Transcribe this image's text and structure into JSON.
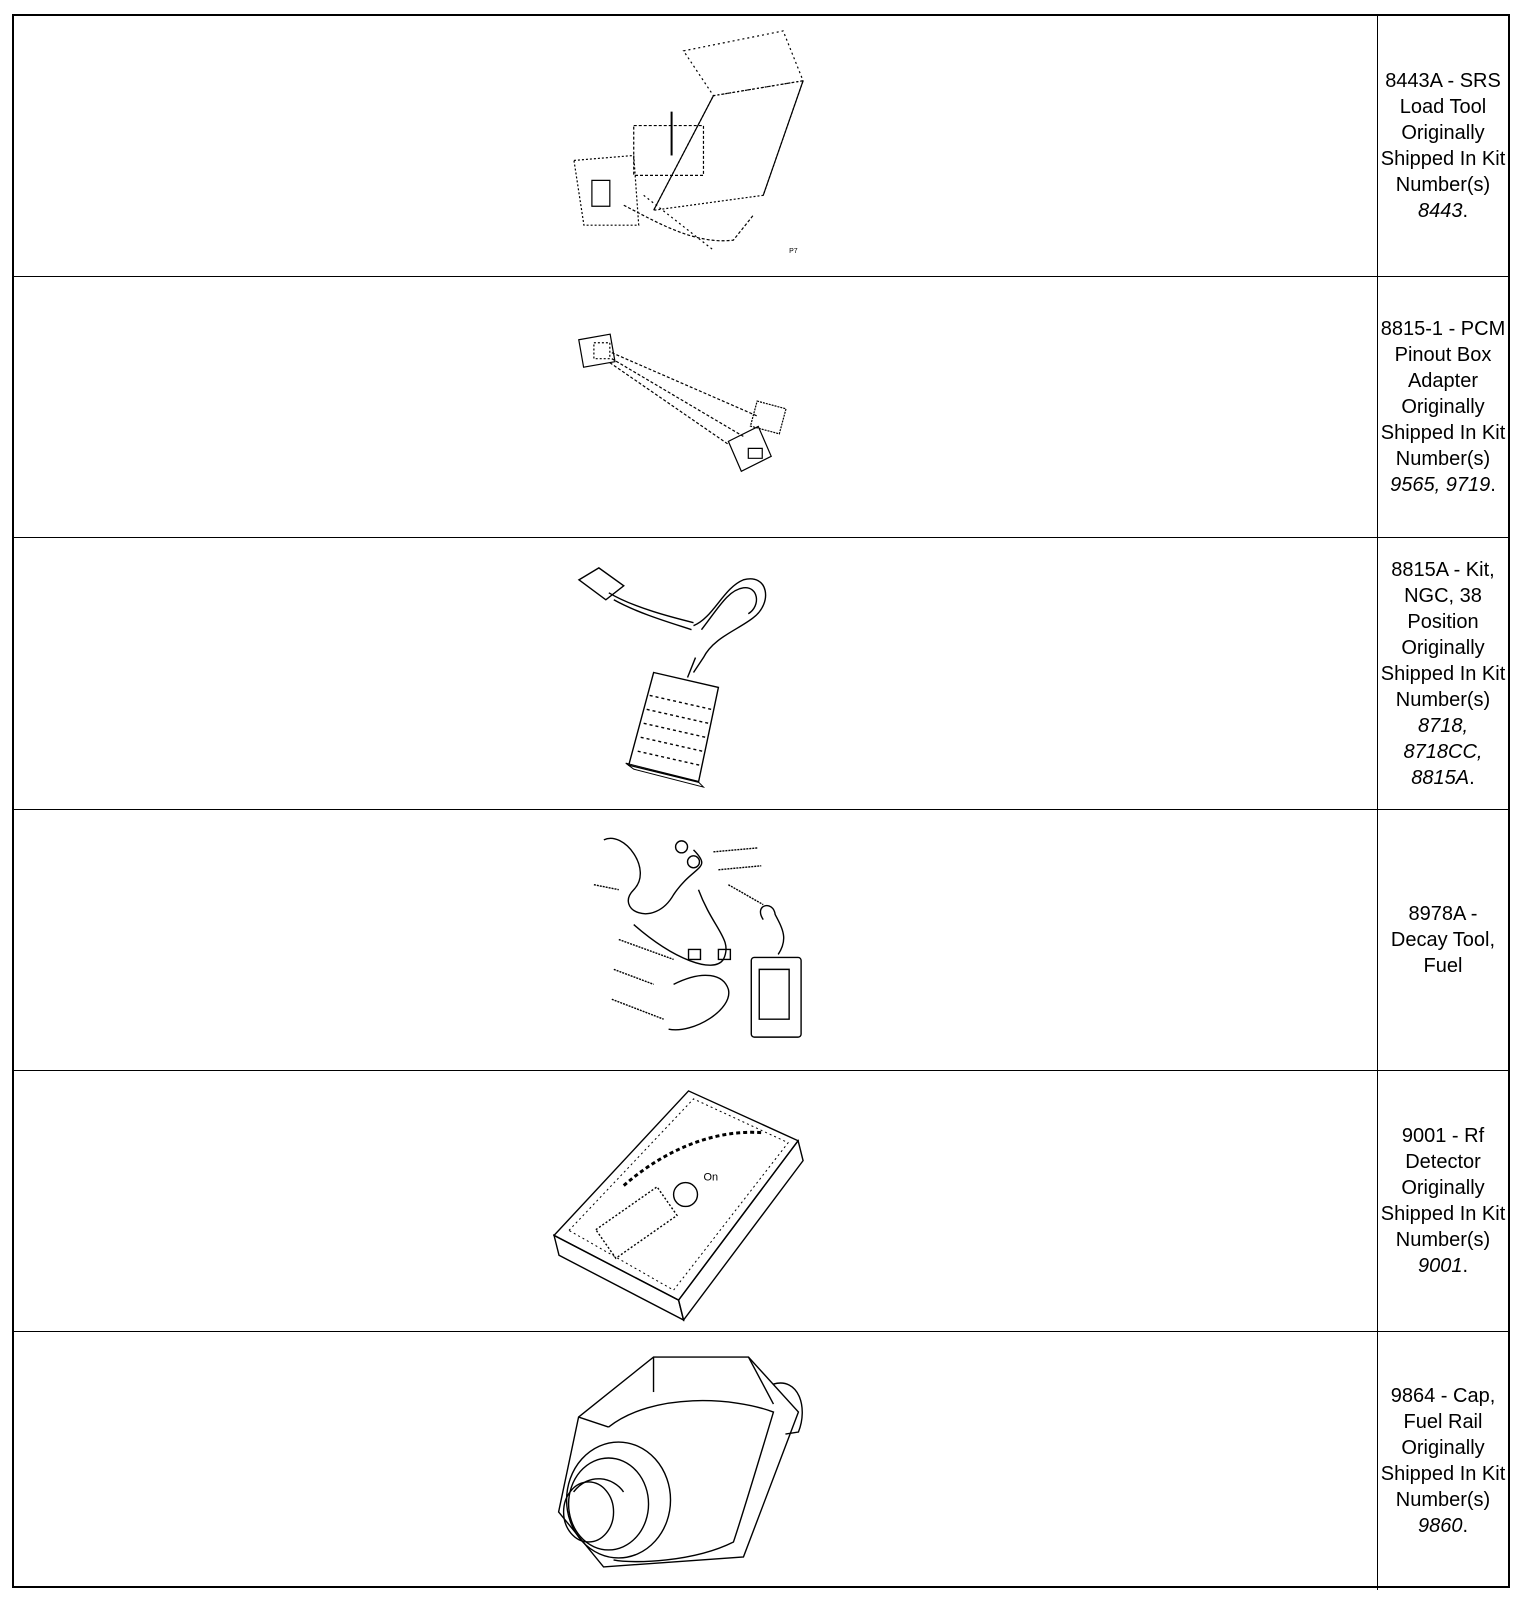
{
  "tools": [
    {
      "description": "8443A - SRS Load Tool Originally Shipped In Kit Number(s)",
      "kits": "8443",
      "icon": "srs-load-tool-illustration"
    },
    {
      "description": "8815-1 - PCM Pinout Box Adapter Originally Shipped In Kit Number(s)",
      "kits": "9565, 9719",
      "icon": "pcm-pinout-adapter-illustration"
    },
    {
      "description": "8815A - Kit, NGC, 38 Position Originally Shipped In Kit Number(s)",
      "kits": "8718, 8718CC, 8815A",
      "icon": "ngc-38-position-kit-illustration"
    },
    {
      "description": "8978A - Decay Tool, Fuel",
      "kits": "",
      "icon": "fuel-decay-tool-illustration"
    },
    {
      "description": "9001 - Rf Detector Originally Shipped In Kit Number(s)",
      "kits": "9001",
      "icon": "rf-detector-illustration"
    },
    {
      "description": "9864 - Cap, Fuel Rail Originally Shipped In Kit Number(s)",
      "kits": "9860",
      "icon": "fuel-rail-cap-illustration"
    }
  ]
}
